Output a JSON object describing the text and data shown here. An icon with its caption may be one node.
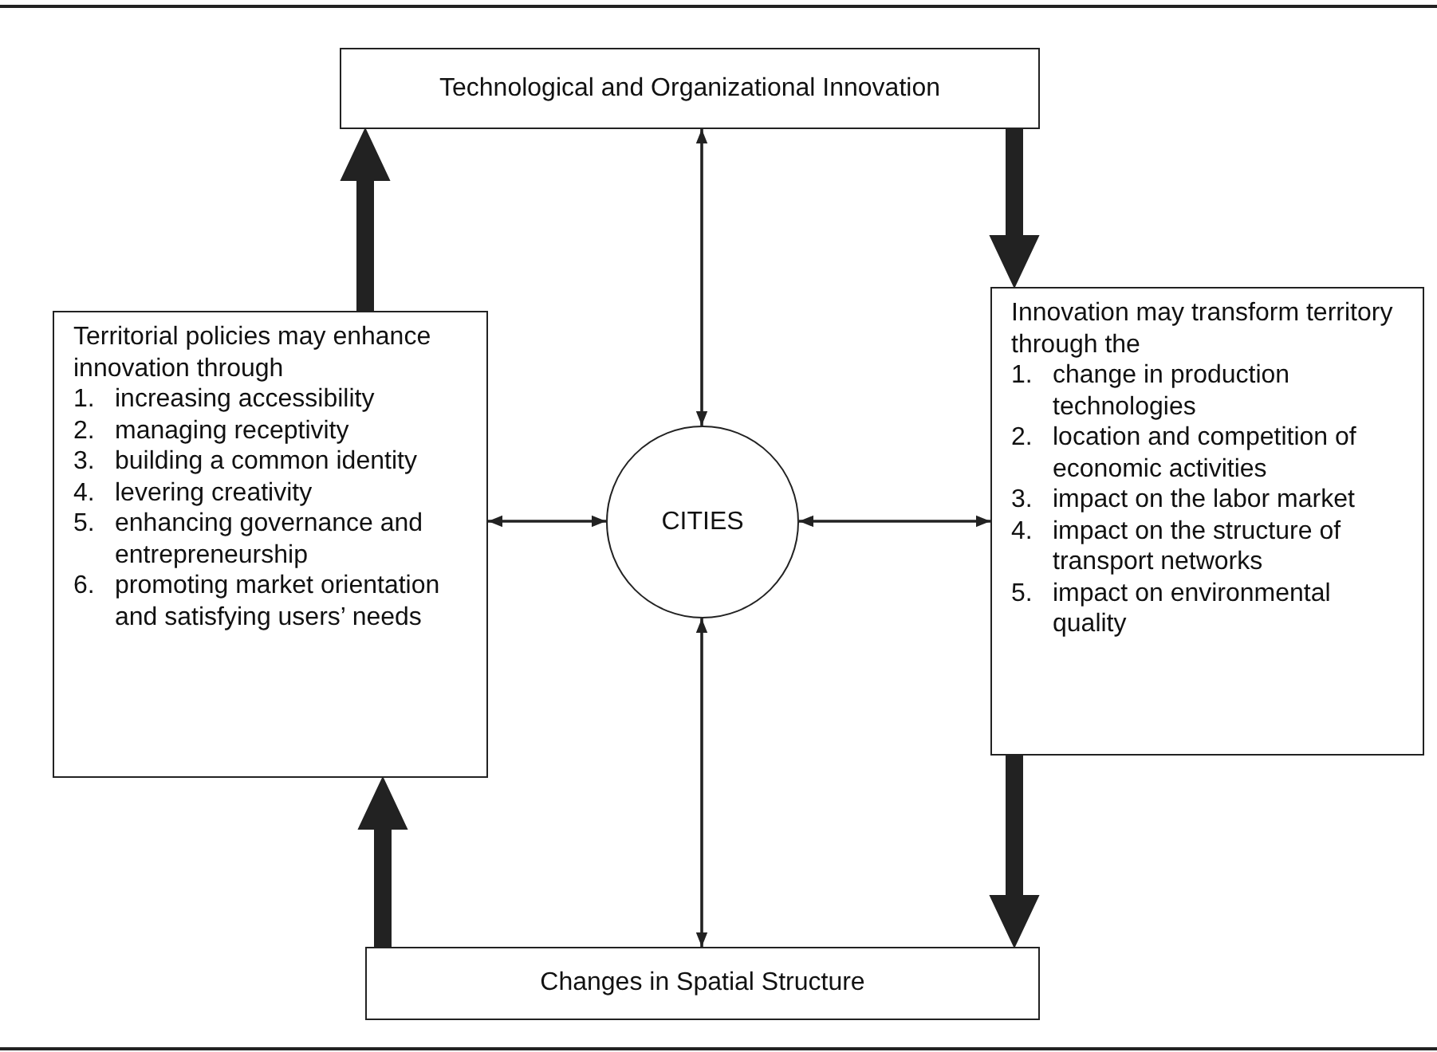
{
  "diagram": {
    "nodes": [
      {
        "text": [
          "Technological and Organizational Innovation"
        ]
      },
      {
        "text": [
          "Territorial policies may enhance innovation through",
          "1. increasing accessibility",
          "2. managing receptivity",
          "3. building a common identity",
          "4. levering creativity",
          "5. enhancing governance and entrepreneurship",
          "6. promoting market orientation and satisfying users’ needs"
        ]
      },
      {
        "text": [
          "CITIES"
        ]
      },
      {
        "text": [
          "Innovation may transform territory through the",
          "1. change in production technologies",
          "2. location and competition of economic activities",
          "3. impact on the labor market",
          "4. impact on the structure of transport networks",
          "5. impact on environmental quality"
        ]
      },
      {
        "text": [
          "Changes in Spatial Structure"
        ]
      }
    ],
    "edges": [
      {
        "from": 0,
        "to": 2,
        "arrow": "both"
      },
      {
        "from": 1,
        "to": 2,
        "arrow": "both"
      },
      {
        "from": 2,
        "to": 3,
        "arrow": "both"
      },
      {
        "from": 2,
        "to": 4,
        "arrow": "both"
      },
      {
        "from": 1,
        "to": 0,
        "arrow": "to",
        "style": "thick"
      },
      {
        "from": 0,
        "to": 3,
        "arrow": "to",
        "style": "thick"
      },
      {
        "from": 4,
        "to": 1,
        "arrow": "to",
        "style": "thick"
      },
      {
        "from": 3,
        "to": 4,
        "arrow": "to",
        "style": "thick"
      }
    ]
  }
}
